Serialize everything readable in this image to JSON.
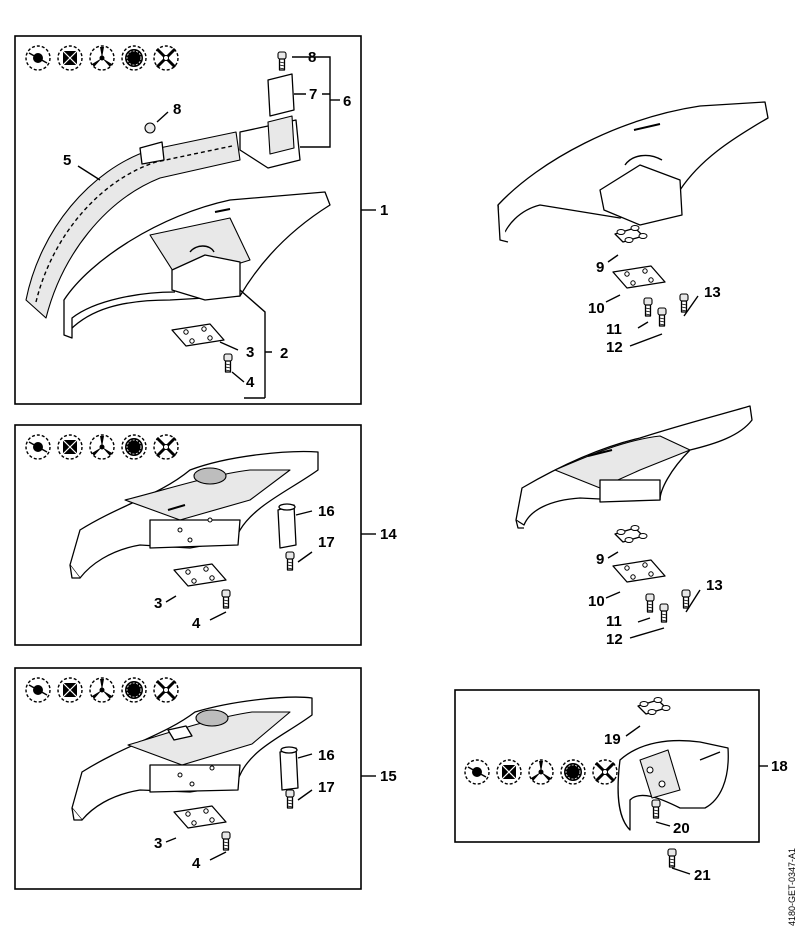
{
  "diagram": {
    "doc_code": "4180-GET-0347-A1",
    "labels": {
      "p1": "1",
      "p2": "2",
      "p3": "3",
      "p4": "4",
      "p5": "5",
      "p6": "6",
      "p7": "7",
      "p8": "8",
      "p9": "9",
      "p10": "10",
      "p11": "11",
      "p12": "12",
      "p13": "13",
      "p14": "14",
      "p15": "15",
      "p16": "16",
      "p17": "17",
      "p18": "18",
      "p19": "19",
      "p20": "20",
      "p21": "21"
    },
    "icon_rows": [
      [
        "trimmer-head-icon",
        "polycut-head-icon",
        "three-tooth-blade-icon",
        "circular-saw-blade-icon",
        "four-tooth-blade-icon"
      ],
      [
        "trimmer-head-icon",
        "polycut-head-icon",
        "three-tooth-blade-icon",
        "circular-saw-blade-icon",
        "four-tooth-blade-icon"
      ],
      [
        "trimmer-head-icon",
        "polycut-head-icon",
        "three-tooth-blade-icon",
        "circular-saw-blade-icon",
        "four-tooth-blade-icon"
      ],
      [
        "trimmer-head-icon",
        "polycut-head-icon",
        "three-tooth-blade-icon",
        "circular-saw-blade-icon",
        "four-tooth-blade-icon"
      ]
    ]
  }
}
